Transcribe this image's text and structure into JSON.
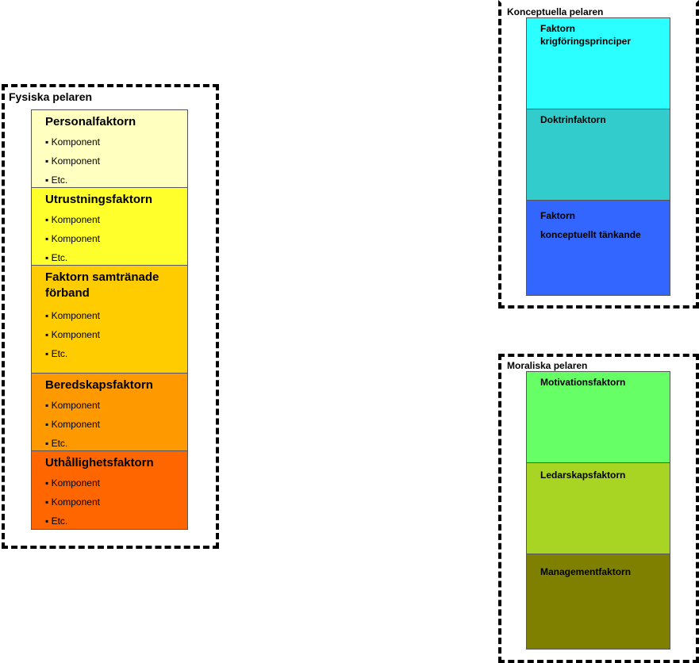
{
  "physical": {
    "title": "Fysiska pelaren",
    "factors": [
      {
        "title": "Personalfaktorn",
        "color": "#ffffc0",
        "components": [
          "▪ Komponent",
          "▪ Komponent",
          "▪ Etc."
        ]
      },
      {
        "title": "Utrustningsfaktorn",
        "color": "#ffff2b",
        "components": [
          "▪ Komponent",
          "▪ Komponent",
          "▪ Etc."
        ]
      },
      {
        "title": "Faktorn samtränade förband",
        "color": "#ffcc00",
        "components": [
          "▪ Komponent",
          "▪ Komponent",
          "▪ Etc."
        ]
      },
      {
        "title": "Beredskapsfaktorn",
        "color": "#ff9900",
        "components": [
          "▪ Komponent",
          "▪ Komponent",
          "▪ Etc."
        ]
      },
      {
        "title": "Uthållighetsfaktorn",
        "color": "#ff6600",
        "components": [
          "▪ Komponent",
          "▪ Komponent",
          "▪ Etc."
        ]
      }
    ]
  },
  "conceptual": {
    "title": "Konceptuella pelaren",
    "factors": [
      {
        "title": "Faktorn krigföringsprinciper",
        "color": "#2bffff"
      },
      {
        "title": "Doktrinfaktorn",
        "color": "#33cccc"
      },
      {
        "title": "Faktorn",
        "title2": "konceptuellt tänkande",
        "color": "#3366ff"
      }
    ]
  },
  "moral": {
    "title": "Moraliska pelaren",
    "factors": [
      {
        "title": "Motivationsfaktorn",
        "color": "#66ff66"
      },
      {
        "title": "Ledarskapsfaktorn",
        "color": "#a8d423"
      },
      {
        "title": "Managementfaktorn",
        "color": "#808000"
      }
    ]
  }
}
